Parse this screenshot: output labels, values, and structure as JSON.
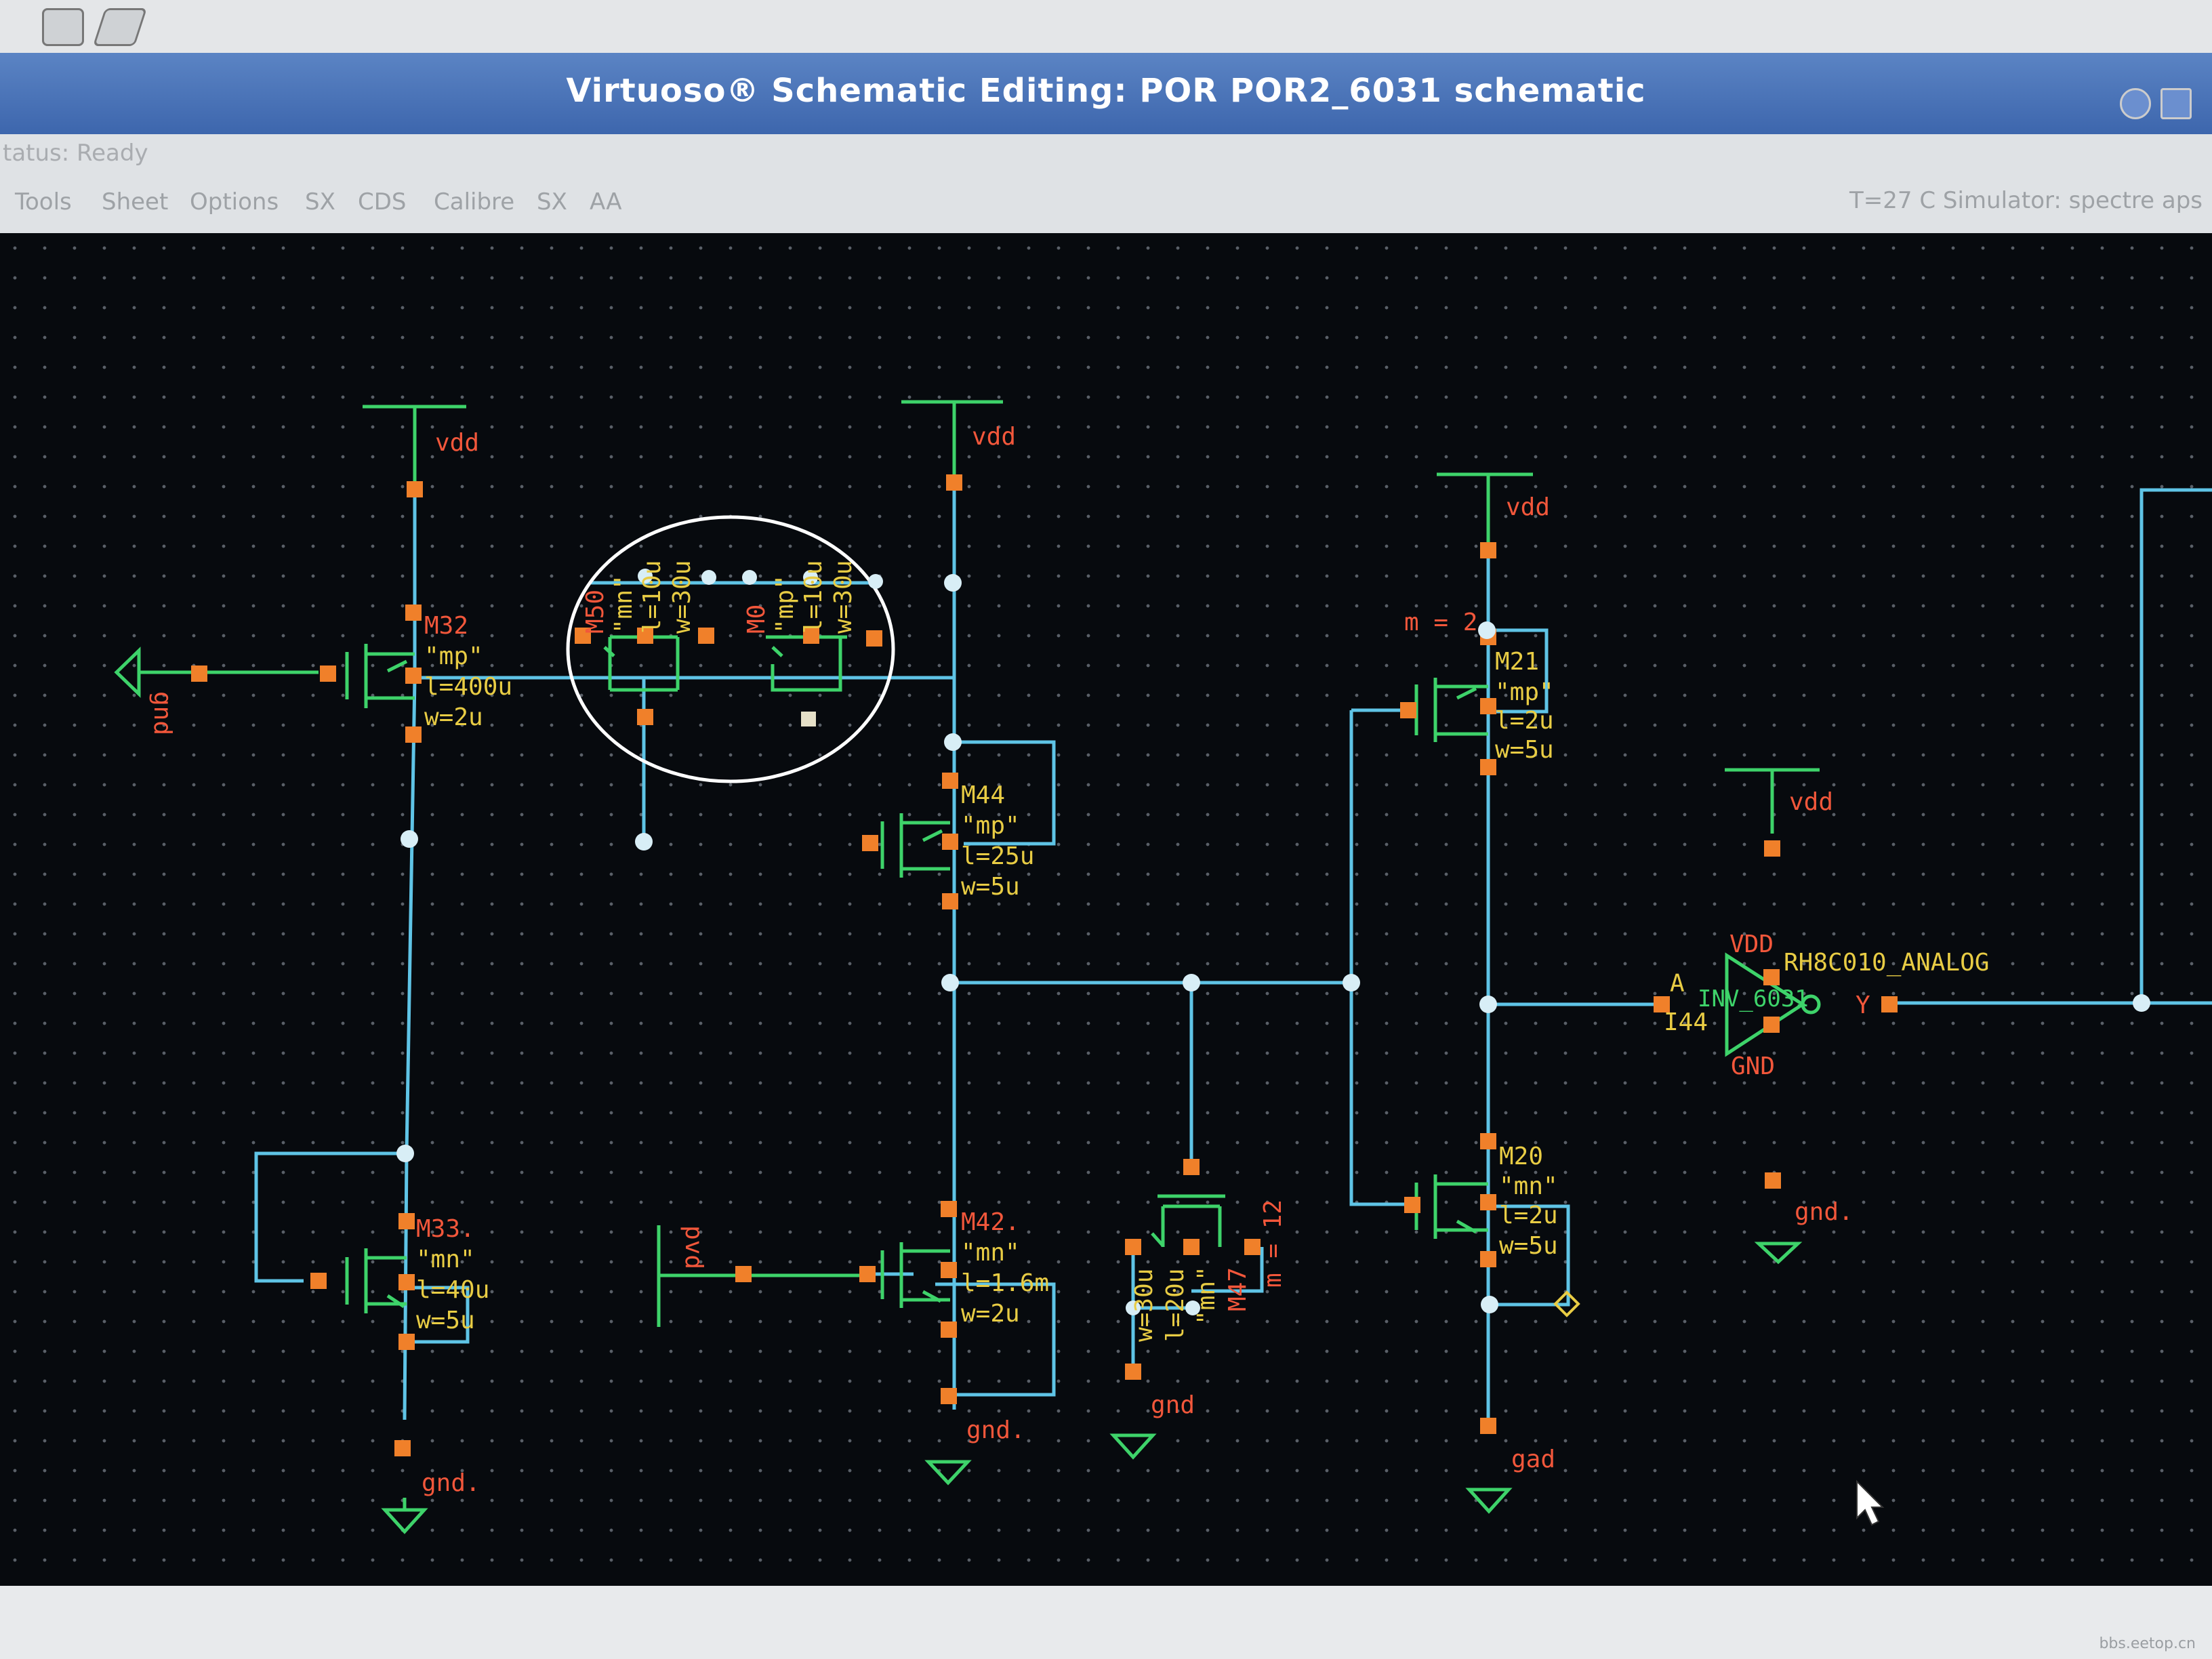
{
  "window": {
    "title": "Virtuoso® Schematic Editing: POR POR2_6031 schematic",
    "status": "tatus: Ready",
    "menu": [
      "Tools",
      "Sheet",
      "Options",
      "SX",
      "CDS",
      "Calibre",
      "SX",
      "AA"
    ],
    "simulator_info": "T=27 C   Simulator: spectre aps"
  },
  "nets": {
    "vdd": "vdd",
    "gnd": "gnd",
    "gnd_dot": "gnd.",
    "gnd_b": "gad",
    "pvd": "pvd"
  },
  "devices": {
    "M32": {
      "name": "M32",
      "model": "\"mp\"",
      "l": "l=400u",
      "w": "w=2u"
    },
    "M44": {
      "name": "M44",
      "model": "\"mp\"",
      "l": "l=25u",
      "w": "w=5u"
    },
    "M33": {
      "name": "M33.",
      "model": "\"mn\"",
      "l": "l=40u",
      "w": "w=5u"
    },
    "M42": {
      "name": "M42.",
      "model": "\"mn\"",
      "l": "l=1.6m",
      "w": "w=2u"
    },
    "M21": {
      "name": "M21",
      "model": "\"mp\"",
      "l": "l=2u",
      "w": "w=5u",
      "mult": "m = 2"
    },
    "M20": {
      "name": "M20",
      "model": "\"mn\"",
      "l": "l=2u",
      "w": "w=5u"
    },
    "M47": {
      "name": "M47",
      "model": "\"mn\"",
      "l": "l=20u",
      "w": "w=30u",
      "mult": "m = 12"
    },
    "M50": {
      "name": "M50",
      "model": "\"mn\"",
      "l": "l=10u",
      "w": "w=30u"
    },
    "M0": {
      "name": "M0",
      "model": "\"mp\"",
      "l": "l=10u",
      "w": "w=30u"
    }
  },
  "inverter": {
    "cell": "RH8C010_ANALOG",
    "name": "INV_6031",
    "inst": "I44",
    "pin_a": "A",
    "pin_y": "Y",
    "pin_vdd": "VDD",
    "pin_gnd": "GND"
  },
  "footer_watermark": "bbs.eetop.cn",
  "colors": {
    "wire": "#5fc4e6",
    "symbol": "#3ed36a",
    "pin": "#f0802a",
    "label_red": "#f2573b",
    "label_yellow": "#e8cc44",
    "highlight": "#ffffff",
    "canvas": "#070a0e"
  }
}
